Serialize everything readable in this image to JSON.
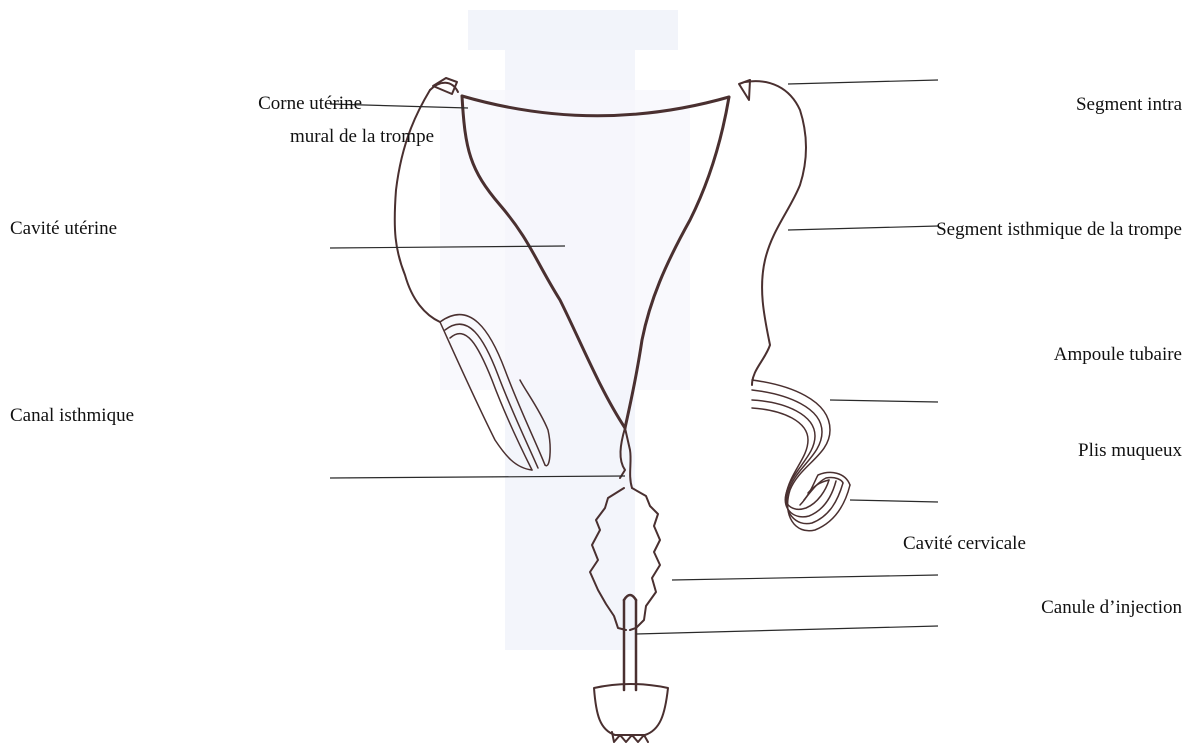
{
  "labels": {
    "corne_uterine": "Corne utérine",
    "mural_de_la_trompe": "mural de la trompe",
    "cavite_uterine": "Cavité utérine",
    "canal_isthmique": "Canal isthmique",
    "segment_intra": "Segment intra",
    "segment_isthmique": "Segment isthmique de la trompe",
    "ampoule_tubaire": "Ampoule tubaire",
    "plis_muqueux": "Plis muqueux",
    "cavite_cervicale": "Cavité cervicale",
    "canule_injection": "Canule d’injection"
  },
  "colors": {
    "outline": "#4a3030",
    "leader_line": "#2a2a2a",
    "background_shadow": "#eef1f8",
    "text": "#111111"
  }
}
